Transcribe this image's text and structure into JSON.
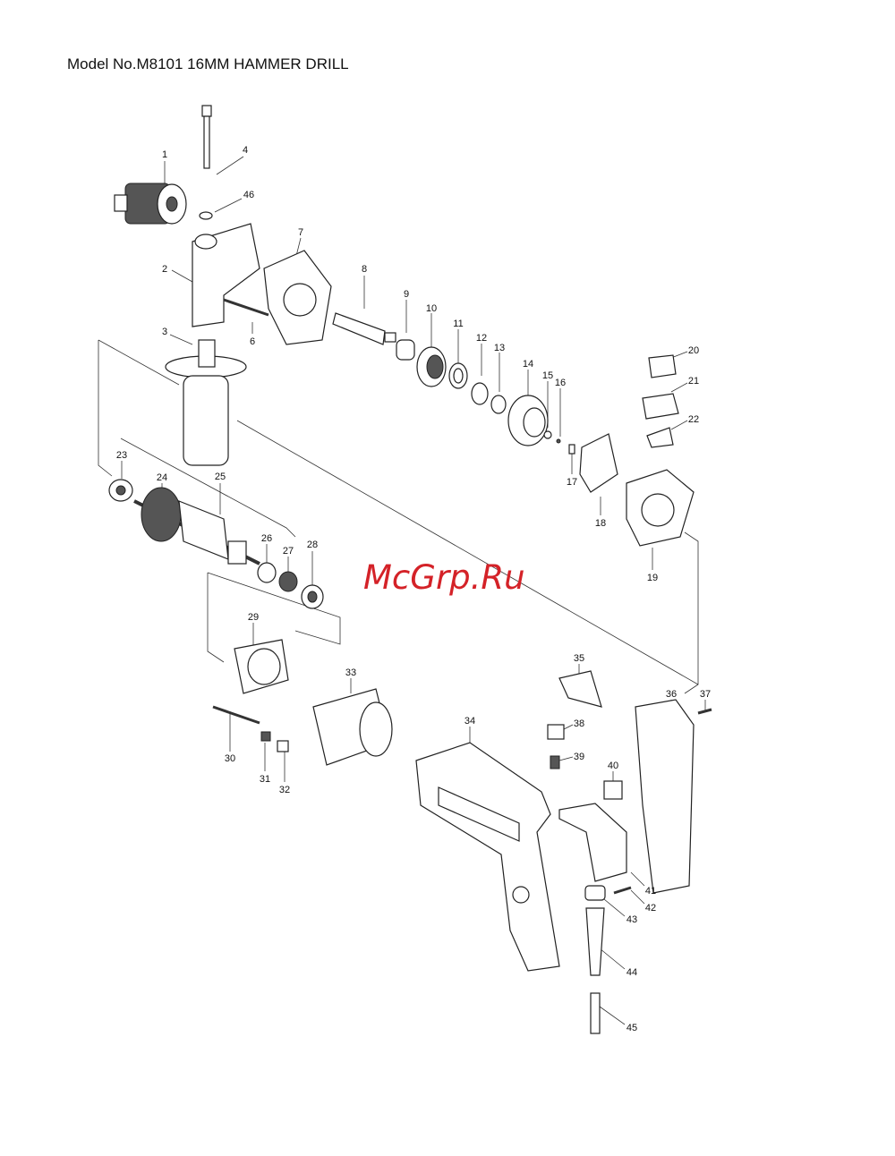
{
  "title": "Model No.M8101 16MM HAMMER DRILL",
  "watermark": "McGrp.Ru",
  "labels": {
    "p1": "1",
    "p2": "2",
    "p3": "3",
    "p4": "4",
    "p6": "6",
    "p7": "7",
    "p8": "8",
    "p9": "9",
    "p10": "10",
    "p11": "11",
    "p12": "12",
    "p13": "13",
    "p14": "14",
    "p15": "15",
    "p16": "16",
    "p17": "17",
    "p18": "18",
    "p19": "19",
    "p20": "20",
    "p21": "21",
    "p22": "22",
    "p23": "23",
    "p24": "24",
    "p25": "25",
    "p26": "26",
    "p27": "27",
    "p28": "28",
    "p29": "29",
    "p30": "30",
    "p31": "31",
    "p32": "32",
    "p33": "33",
    "p34": "34",
    "p35": "35",
    "p36": "36",
    "p37": "37",
    "p38": "38",
    "p39": "39",
    "p40": "40",
    "p41": "41",
    "p42": "42",
    "p43": "43",
    "p44": "44",
    "p45": "45",
    "p46": "46"
  }
}
